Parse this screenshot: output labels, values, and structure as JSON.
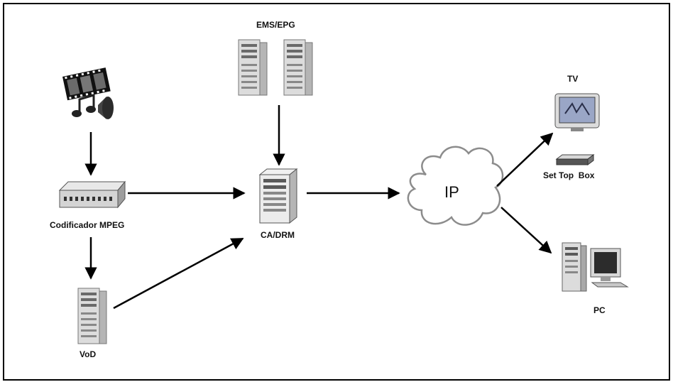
{
  "diagram": {
    "labels": {
      "ems_epg": "EMS/EPG",
      "tv": "TV",
      "set_top_box": "Set Top  Box",
      "codificador": "Codificador MPEG",
      "ca_drm": "CA/DRM",
      "ip": "IP",
      "vod": "VoD",
      "pc": "PC"
    },
    "icons": [
      "film-reel-speaker-icon",
      "mpeg-encoder-icon",
      "server-tower-icon",
      "tv-icon",
      "set-top-box-icon",
      "cloud-icon",
      "pc-icon"
    ],
    "colors": {
      "line": "#000000",
      "server_body": "#d7d7d7",
      "server_dark": "#5a5a5a",
      "tv_screen": "#9aa6c6"
    }
  }
}
